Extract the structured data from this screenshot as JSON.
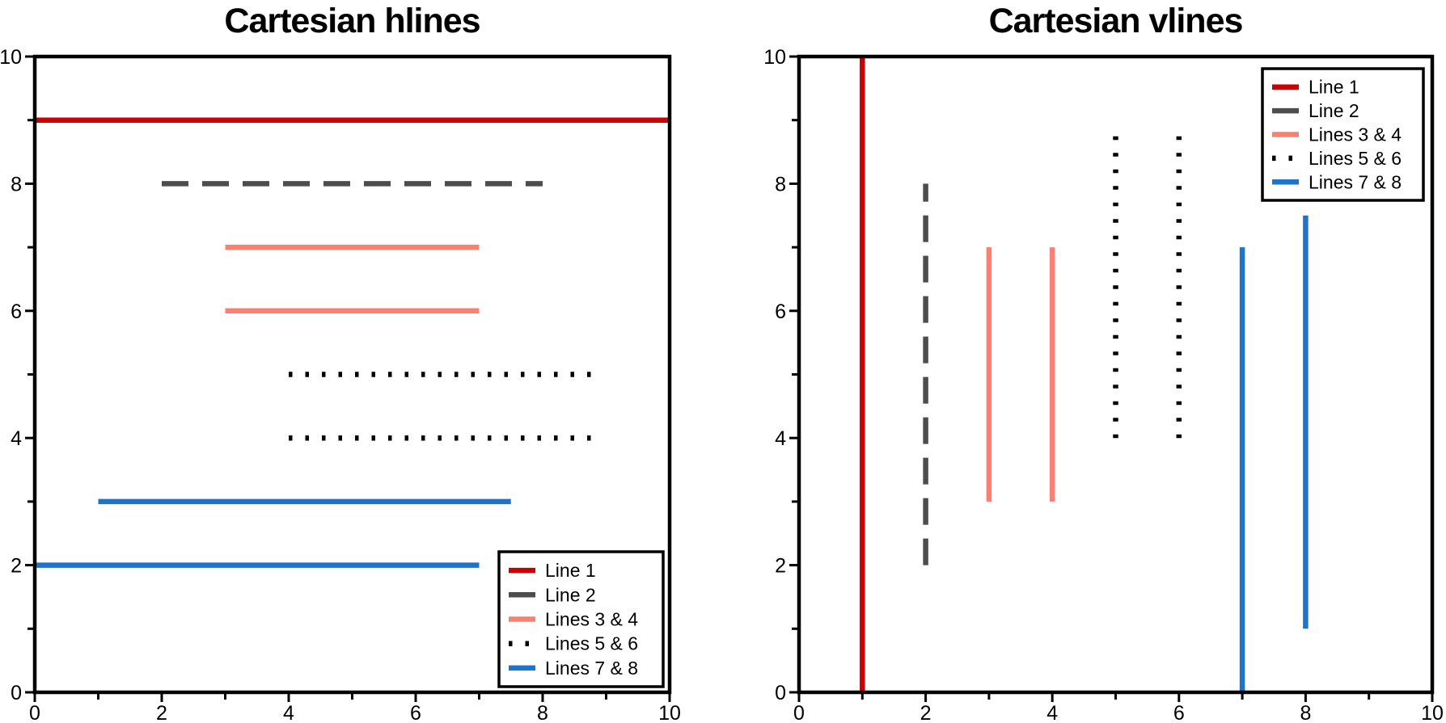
{
  "figure": {
    "background": "#ffffff",
    "frame_color": "#000000",
    "tick_label_color": "#000000"
  },
  "chart_data": [
    {
      "type": "line",
      "variant": "hlines",
      "title": "Cartesian hlines",
      "xlabel": "",
      "ylabel": "",
      "xlim": [
        0,
        10
      ],
      "ylim": [
        0,
        10
      ],
      "x_ticks_major": [
        0,
        2,
        4,
        6,
        8,
        10
      ],
      "x_ticks_minor": [
        1,
        3,
        5,
        7,
        9
      ],
      "y_ticks_major": [
        0,
        2,
        4,
        6,
        8,
        10
      ],
      "y_ticks_minor": [
        1,
        3,
        5,
        7,
        9
      ],
      "grid": false,
      "legend_position": "lower-right",
      "series": [
        {
          "name": "Line 1",
          "color": "#cc0000",
          "linestyle": "solid",
          "segments": [
            {
              "y": 9,
              "xmin": 0,
              "xmax": 10
            }
          ]
        },
        {
          "name": "Line 2",
          "color": "#4d4d4d",
          "linestyle": "dashed",
          "segments": [
            {
              "y": 8,
              "xmin": 2,
              "xmax": 8
            }
          ]
        },
        {
          "name": "Lines 3 & 4",
          "color": "#fa8072",
          "linestyle": "solid",
          "segments": [
            {
              "y": 7,
              "xmin": 3,
              "xmax": 7
            },
            {
              "y": 6,
              "xmin": 3,
              "xmax": 7
            }
          ]
        },
        {
          "name": "Lines 5 & 6",
          "color": "#000000",
          "linestyle": "dotted",
          "segments": [
            {
              "y": 5,
              "xmin": 4,
              "xmax": 8.85
            },
            {
              "y": 4,
              "xmin": 4,
              "xmax": 8.85
            }
          ]
        },
        {
          "name": "Lines 7 & 8",
          "color": "#1f74c8",
          "linestyle": "solid",
          "segments": [
            {
              "y": 3,
              "xmin": 1,
              "xmax": 7.5
            },
            {
              "y": 2,
              "xmin": 0,
              "xmax": 7
            }
          ]
        }
      ]
    },
    {
      "type": "line",
      "variant": "vlines",
      "title": "Cartesian vlines",
      "xlabel": "",
      "ylabel": "",
      "xlim": [
        0,
        10
      ],
      "ylim": [
        0,
        10
      ],
      "x_ticks_major": [
        0,
        2,
        4,
        6,
        8,
        10
      ],
      "x_ticks_minor": [
        1,
        3,
        5,
        7,
        9
      ],
      "y_ticks_major": [
        0,
        2,
        4,
        6,
        8,
        10
      ],
      "y_ticks_minor": [
        1,
        3,
        5,
        7,
        9
      ],
      "grid": false,
      "legend_position": "upper-right",
      "series": [
        {
          "name": "Line 1",
          "color": "#cc0000",
          "linestyle": "solid",
          "segments": [
            {
              "x": 1,
              "ymin": 0,
              "ymax": 10
            }
          ]
        },
        {
          "name": "Line 2",
          "color": "#4d4d4d",
          "linestyle": "dashed",
          "segments": [
            {
              "x": 2,
              "ymin": 2,
              "ymax": 8
            }
          ]
        },
        {
          "name": "Lines 3 & 4",
          "color": "#fa8072",
          "linestyle": "solid",
          "segments": [
            {
              "x": 3,
              "ymin": 3,
              "ymax": 7
            },
            {
              "x": 4,
              "ymin": 3,
              "ymax": 7
            }
          ]
        },
        {
          "name": "Lines 5 & 6",
          "color": "#000000",
          "linestyle": "dotted",
          "segments": [
            {
              "x": 5,
              "ymin": 4,
              "ymax": 8.85
            },
            {
              "x": 6,
              "ymin": 4,
              "ymax": 8.85
            }
          ]
        },
        {
          "name": "Lines 7 & 8",
          "color": "#1f74c8",
          "linestyle": "solid",
          "segments": [
            {
              "x": 7,
              "ymin": 0,
              "ymax": 7
            },
            {
              "x": 8,
              "ymin": 1,
              "ymax": 7.5
            }
          ]
        }
      ]
    }
  ]
}
